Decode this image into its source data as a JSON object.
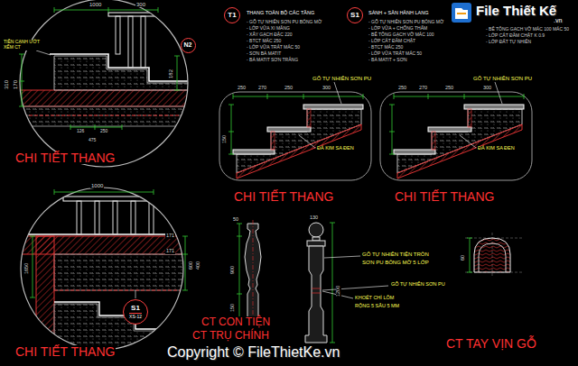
{
  "diagram": {
    "nodes": [
      {
        "text": [
          "T1"
        ]
      },
      {
        "text": [
          "S1"
        ]
      },
      {
        "text": [
          "N2"
        ]
      },
      {
        "text": [
          "S1",
          "XS-12"
        ]
      }
    ],
    "labels": [
      "TIỀN CẠNH ƯỚT XẾM CT",
      "1000",
      "300",
      "310",
      "170",
      "126",
      "250",
      "475",
      "182",
      "CHI TIẾT THANG",
      "THANG TOÀN BỘ CÁC TẦNG",
      "- GỖ TỰ NHIÊN SƠN PU BÓNG MỜ",
      "- LỚP VỮA XI MĂNG",
      "- XÂY GẠCH ĐẶC 220",
      "- BTCT MÁC 250",
      "- LỚP VỮA TRÁT MÁC 50",
      "- SƠN BẢ MATIT",
      "- BẢ MATIT SƠN TRẮNG",
      "SẢNH + SÀN HÀNH LANG",
      "- GỖ TỰ NHIÊN SƠN PU BÓNG MỜ",
      "- LỚP VỮA + CHỐNG THẤM",
      "- BÊ TÔNG GẠCH VỠ MÁC 100",
      "- LỚP CÁT ĐẦM CHẶT",
      "- BTCT MÁC 250",
      "- LỚP VỮA TRÁT MÁC 50",
      "- BẢ MATIT + SƠN",
      "- BÊ TÔNG GẠCH VỠ MÁC 100 MÁC 50",
      "- LỚP CÁT ĐẦM CHẶT K 0.9",
      "- LỚP ĐẤT TỰ NHIÊN",
      "GỖ TỰ NHIÊN SƠN PU",
      "250",
      "270",
      "250",
      "300",
      "150",
      "ĐÁ KIM SA ĐEN",
      "CHI TIẾT THANG",
      "GỖ TỰ NHIÊN SƠN PU",
      "250",
      "270",
      "250",
      "300",
      "ĐÁ KIM SA ĐEN",
      "CHI TIẾT THANG",
      "1000",
      "171",
      "171",
      "600",
      "400",
      "1650",
      "CHI TIẾT THANG",
      "CT CON TIỆN",
      "CT TRỤ CHÍNH",
      "50",
      "900",
      "150",
      "130",
      "1200",
      "GỖ TỰ NHIÊN TIỆN TRÒN",
      "SƠN PU BÓNG MỜ 5 LỚP",
      "GỖ TỰ NHIÊN SƠN PU",
      "KHOÉT CHỈ LÕM",
      "RỘNG 5 SÂU 5 MM",
      "60",
      "CT TAY VỊN GỖ",
      "File Thiết Kế",
      ".vn",
      "Copyright © FileThietKe.vn"
    ]
  }
}
